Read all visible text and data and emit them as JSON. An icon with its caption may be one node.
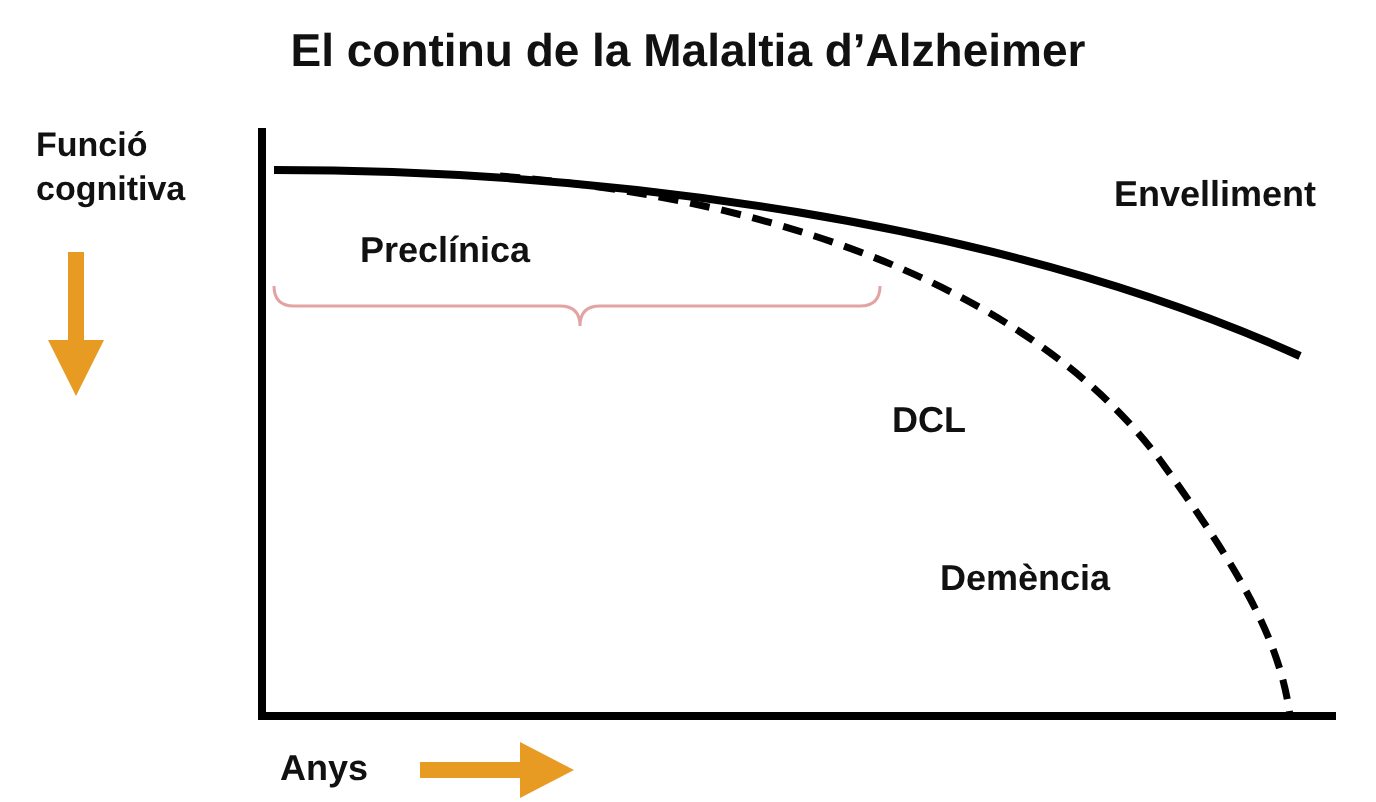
{
  "diagram": {
    "title": "El continu de la Malaltia d’Alzheimer",
    "labels": [
      "Funció cognitiva",
      "Envelliment",
      "Preclínica",
      "DCL",
      "Demència",
      "Anys"
    ]
  }
}
